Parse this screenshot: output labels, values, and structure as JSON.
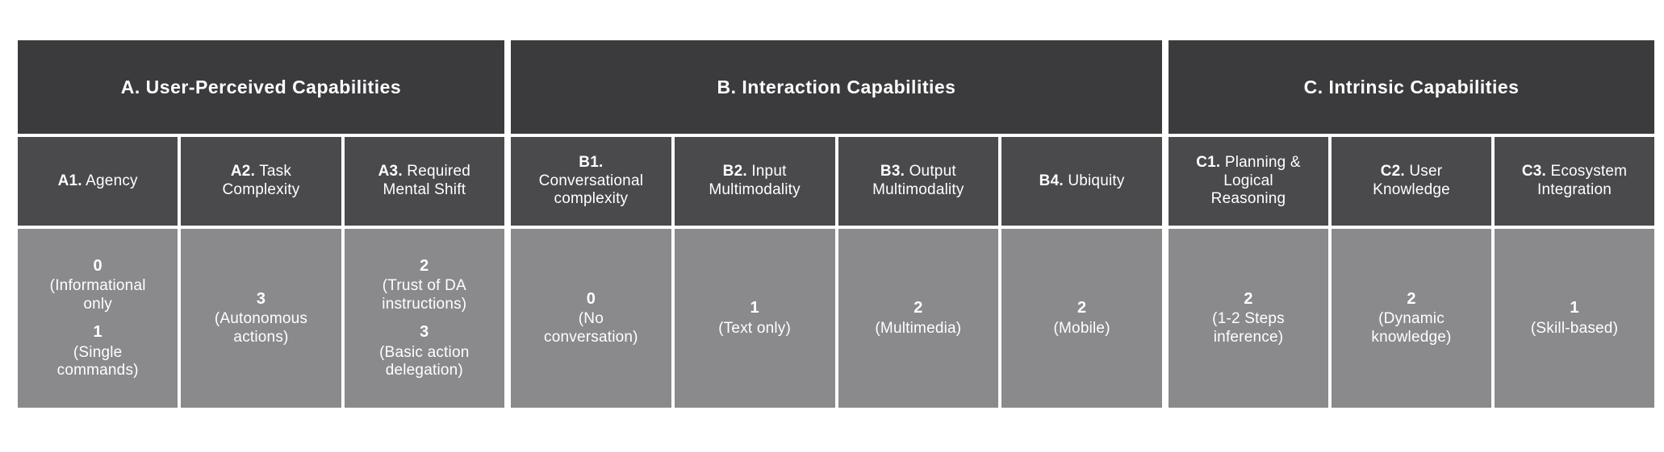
{
  "colors": {
    "page_bg": "#ffffff",
    "section_header_bg": "#3b3b3d",
    "subheader_bg": "#4a4a4c",
    "body_bg": "#8a8a8d",
    "text": "#ffffff"
  },
  "table": {
    "sections": [
      {
        "title": "A. User-Perceived Capabilities",
        "columns": [
          {
            "prefix": "A1.",
            "label": "Agency",
            "entries": [
              {
                "score": "0",
                "caption": "(Informational only"
              },
              {
                "score": "1",
                "caption": "(Single commands)"
              }
            ]
          },
          {
            "prefix": "A2.",
            "label": "Task Complexity",
            "entries": [
              {
                "score": "3",
                "caption": "(Autonomous actions)"
              }
            ]
          },
          {
            "prefix": "A3.",
            "label": "Required Mental Shift",
            "entries": [
              {
                "score": "2",
                "caption": "(Trust of DA instructions)"
              },
              {
                "score": "3",
                "caption": "(Basic action delegation)"
              }
            ]
          }
        ]
      },
      {
        "title": "B. Interaction Capabilities",
        "columns": [
          {
            "prefix": "B1.",
            "label": "Conversational complexity",
            "entries": [
              {
                "score": "0",
                "caption": "(No conversation)"
              }
            ]
          },
          {
            "prefix": "B2.",
            "label": "Input Multimodality",
            "entries": [
              {
                "score": "1",
                "caption": "(Text only)"
              }
            ]
          },
          {
            "prefix": "B3.",
            "label": "Output Multimodality",
            "entries": [
              {
                "score": "2",
                "caption": "(Multimedia)"
              }
            ]
          },
          {
            "prefix": "B4.",
            "label": "Ubiquity",
            "entries": [
              {
                "score": "2",
                "caption": "(Mobile)"
              }
            ]
          }
        ]
      },
      {
        "title": "C. Intrinsic Capabilities",
        "columns": [
          {
            "prefix": "C1.",
            "label": "Planning & Logical Reasoning",
            "entries": [
              {
                "score": "2",
                "caption": "(1-2 Steps inference)"
              }
            ]
          },
          {
            "prefix": "C2.",
            "label": "User Knowledge",
            "entries": [
              {
                "score": "2",
                "caption": "(Dynamic knowledge)"
              }
            ]
          },
          {
            "prefix": "C3.",
            "label": "Ecosystem Integration",
            "entries": [
              {
                "score": "1",
                "caption": "(Skill-based)"
              }
            ]
          }
        ]
      }
    ]
  }
}
